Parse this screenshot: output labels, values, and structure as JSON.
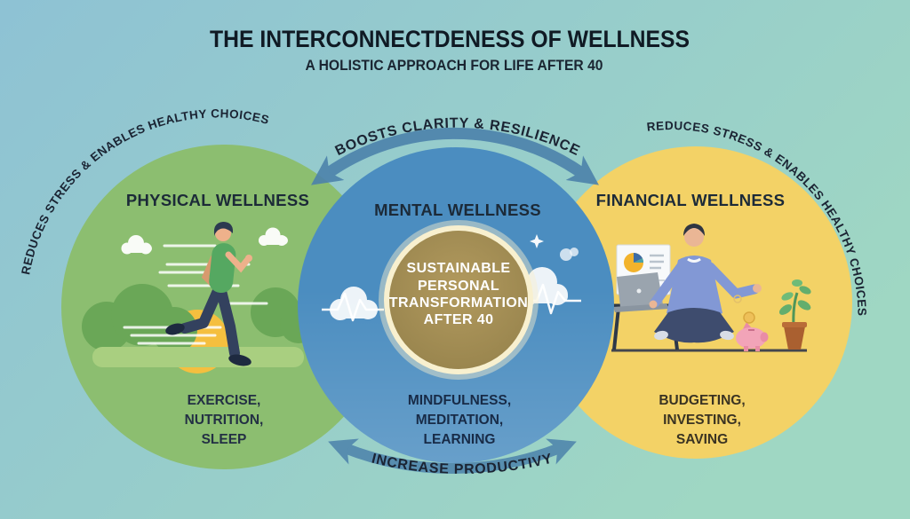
{
  "header": {
    "title": "THE INTERCONNECTDENESS OF WELLNESS",
    "subtitle": "A HOLISTIC APPROACH FOR LIFE AFTER 40"
  },
  "arcs": {
    "top": "BOOSTS CLARITY & RESILIENCE",
    "left": "REDUCES STRESS & ENABLES HEALTHY CHOICES",
    "right": "REDUCES STRESS & ENABLES HEALTHY CHOICES",
    "bottom": "INCREASE PRODUCTIVY"
  },
  "center": {
    "lines": [
      "SUSTAINABLE",
      "PERSONAL",
      "TRANSFORMATION",
      "AFTER 40"
    ]
  },
  "circles": [
    {
      "label": "PHYSICAL WELLNESS",
      "items": [
        "EXERCISE,",
        "NUTRITION,",
        "SLEEP"
      ],
      "color": "#8cbe70"
    },
    {
      "label": "MENTAL WELLNESS",
      "items": [
        "MINDFULNESS,",
        "MEDITATION,",
        "LEARNING"
      ],
      "color": "#4b8dc0"
    },
    {
      "label": "FINANCIAL WELLNESS",
      "items": [
        "BUDGETING,",
        "INVESTING,",
        "SAVING"
      ],
      "color": "#f3d266"
    }
  ],
  "colors": {
    "background_start": "#8ec2d4",
    "background_end": "#9fd7c3",
    "arrow": "#4c82ab",
    "gold_center": "#9c8750",
    "gold_ring": "#f8f0cf",
    "label_text": "#1c2a38",
    "center_text": "#ffffff"
  },
  "icons": {
    "left_illustration": "runner-icon",
    "middle_illustration": "clouds-heartbeat-icon",
    "right_illustration": "meditating-person-icon"
  }
}
